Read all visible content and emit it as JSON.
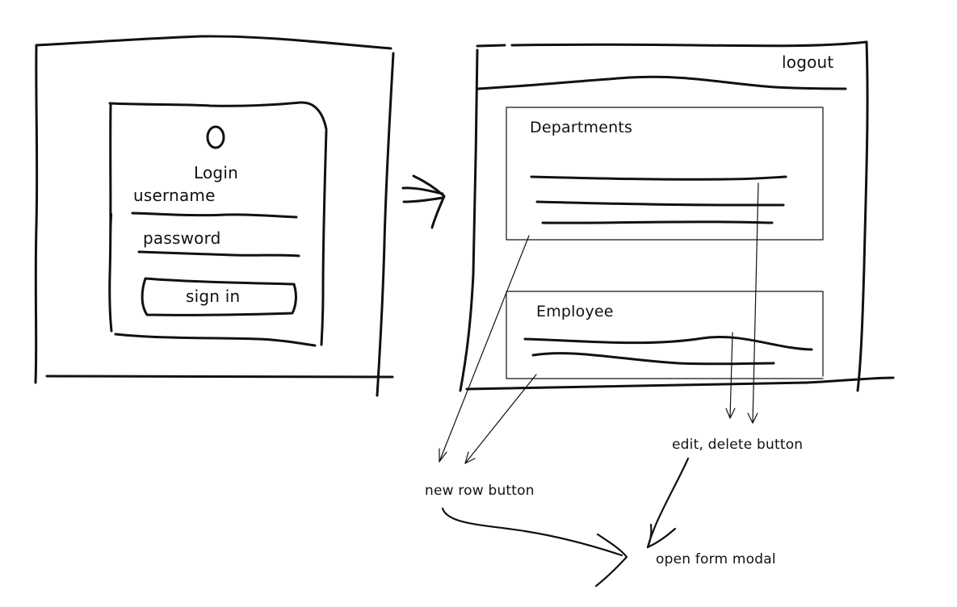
{
  "login": {
    "title": "Login",
    "username_label": "username",
    "password_label": "password",
    "sign_in_label": "sign in",
    "logo_icon": "circle-logo-icon"
  },
  "dashboard": {
    "logout_label": "logout",
    "departments_title": "Departments",
    "employee_title": "Employee"
  },
  "annotations": {
    "new_row": "new row button",
    "edit_delete": "edit, delete button",
    "open_modal": "open form modal"
  },
  "icons": {
    "transition": "double-arrow-right-icon"
  },
  "colors": {
    "ink": "#111111",
    "paper": "#ffffff"
  }
}
